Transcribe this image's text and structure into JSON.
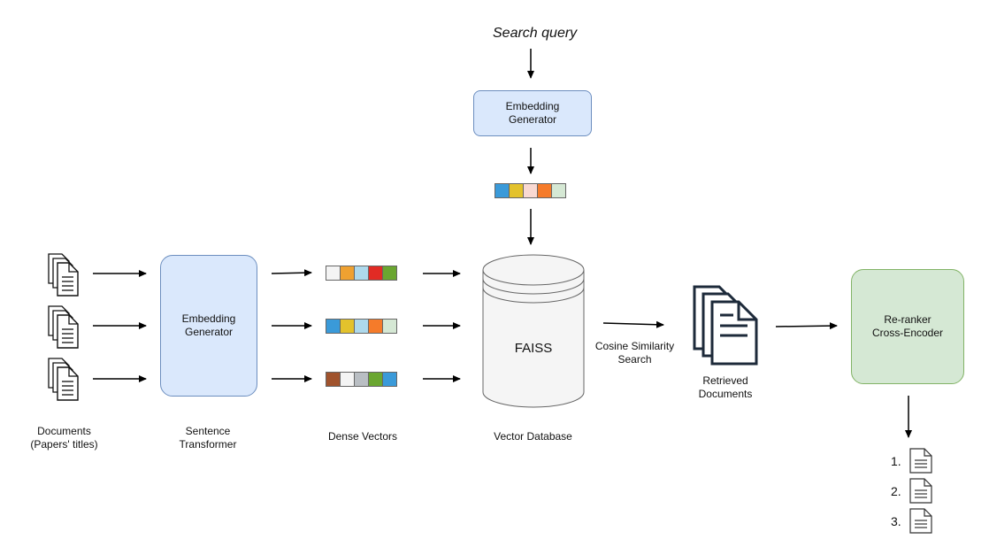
{
  "search_query": "Search query",
  "embedding_generator_top": {
    "line1": "Embedding",
    "line2": "Generator"
  },
  "embedding_generator_main": {
    "line1": "Embedding",
    "line2": "Generator"
  },
  "faiss_label": "FAISS",
  "cosine_search": {
    "line1": "Cosine Similarity",
    "line2": "Search"
  },
  "retrieved": {
    "line1": "Retrieved",
    "line2": "Documents"
  },
  "reranker": {
    "line1": "Re-ranker",
    "line2": "Cross-Encoder"
  },
  "captions": {
    "documents": {
      "line1": "Documents",
      "line2": "(Papers' titles)"
    },
    "sentence_transformer": {
      "line1": "Sentence",
      "line2": "Transformer"
    },
    "dense_vectors": "Dense Vectors",
    "vector_database": "Vector Database"
  },
  "rank_labels": [
    "1.",
    "2.",
    "3."
  ],
  "colors": {
    "embed_fill": "#dae8fc",
    "embed_stroke": "#6c8ebf",
    "reranker_fill": "#d5e8d4",
    "reranker_stroke": "#82b366",
    "database_fill": "#f5f5f5"
  },
  "vectors": {
    "query": [
      "#3a9ad9",
      "#e3c22c",
      "#f9d9d2",
      "#f57b2a",
      "#d5e8d4"
    ],
    "doc1": [
      "#f4f4f4",
      "#efa131",
      "#aed9ec",
      "#e12b24",
      "#6aa630"
    ],
    "doc2": [
      "#3a9ad9",
      "#e3c22c",
      "#aed9ec",
      "#f57b2a",
      "#d5e8d4"
    ],
    "doc3": [
      "#a0532d",
      "#f4f4f4",
      "#b9bec3",
      "#6aa630",
      "#3a9ad9"
    ]
  }
}
